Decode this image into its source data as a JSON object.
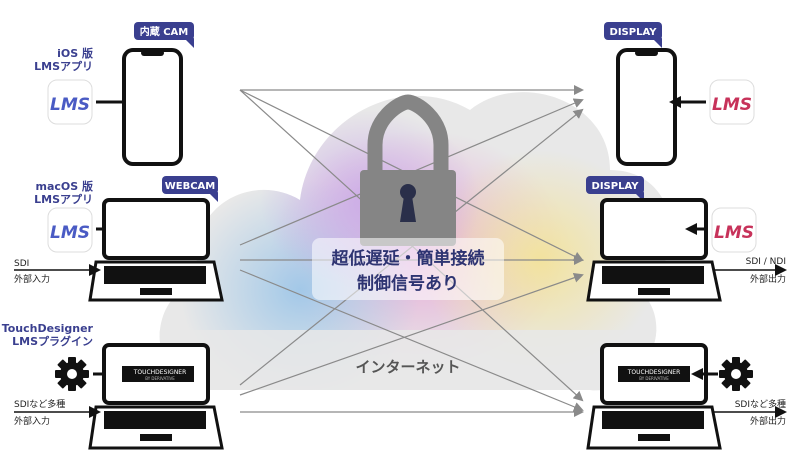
{
  "left": {
    "ios_label_1": "iOS 版",
    "ios_label_2": "LMSアプリ",
    "ios_badge": "内蔵 CAM",
    "mac_label_1": "macOS 版",
    "mac_label_2": "LMSアプリ",
    "mac_badge": "WEBCAM",
    "sdi_in_1": "SDI",
    "sdi_in_2": "外部入力",
    "td_label_1": "TouchDesigner",
    "td_label_2": "LMSプラグイン",
    "td_in_1": "SDIなど多種",
    "td_in_2": "外部入力"
  },
  "right": {
    "phone_badge": "DISPLAY",
    "laptop_badge": "DISPLAY",
    "sdi_out_1": "SDI / NDI",
    "sdi_out_2": "外部出力",
    "td_out_1": "SDIなど多種",
    "td_out_2": "外部出力"
  },
  "center": {
    "caption_1": "超低遅延・簡単接続",
    "caption_2": "制御信号あり",
    "cloud_label": "インターネット"
  },
  "td_screen_text_1": "TOUCHDESIGNER",
  "td_screen_text_2": "BY DERIVATIVE",
  "app_logo_text": "LMS",
  "colors": {
    "badge": "#3a3f8f",
    "label": "#3a3f8f",
    "device": "#111111",
    "arrow": "#8a8a8a",
    "cloud": "#e6e6e6",
    "lock": "#858585"
  },
  "icons": {
    "app": "lms-app-icon",
    "gear": "gear-icon",
    "lock": "padlock-icon"
  }
}
